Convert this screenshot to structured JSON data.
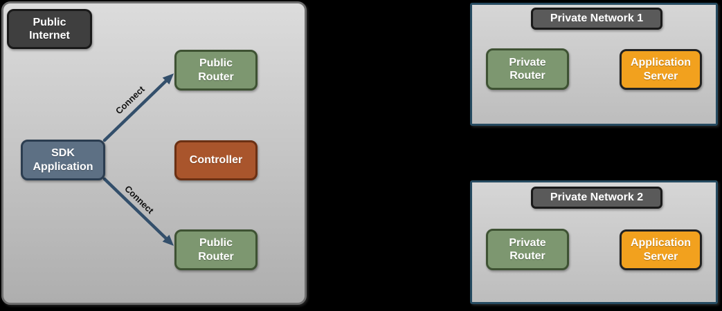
{
  "zones": {
    "public_internet": {
      "label": "Public Internet",
      "nodes": {
        "public_router_top": {
          "label": "Public Router"
        },
        "controller": {
          "label": "Controller"
        },
        "sdk_application": {
          "label": "SDK Application"
        },
        "public_router_bottom": {
          "label": "Public Router"
        }
      },
      "edges": {
        "connect_top": {
          "label": "Connect"
        },
        "connect_bottom": {
          "label": "Connect"
        }
      }
    },
    "private_network_1": {
      "title": "Private Network 1",
      "nodes": {
        "private_router": {
          "label": "Private Router"
        },
        "application_server": {
          "label": "Application Server"
        }
      }
    },
    "private_network_2": {
      "title": "Private Network 2",
      "nodes": {
        "private_router": {
          "label": "Private Router"
        },
        "application_server": {
          "label": "Application Server"
        }
      }
    }
  },
  "colors": {
    "page_background": "#000000",
    "zone_fill_top": "#DCDCDC",
    "zone_fill_bottom": "#AEAEAE",
    "public_zone_border": "#6E6E6E",
    "private_zone_border": "#264B61",
    "node_green_fill": "#7D9770",
    "node_green_border": "#3E5233",
    "node_blue_fill": "#5D7084",
    "node_blue_border": "#2B3D50",
    "node_rust_fill": "#A9552C",
    "node_rust_border": "#6B3013",
    "node_orange_fill": "#F2A11E",
    "node_orange_border": "#232323",
    "dark_label_fill": "#3F3F3F",
    "title_fill": "#5A5A5A",
    "dark_border": "#1A1A1A",
    "arrow_color": "#334F6B",
    "edge_label_color": "#111111",
    "node_text_color": "#FFFFFF"
  }
}
